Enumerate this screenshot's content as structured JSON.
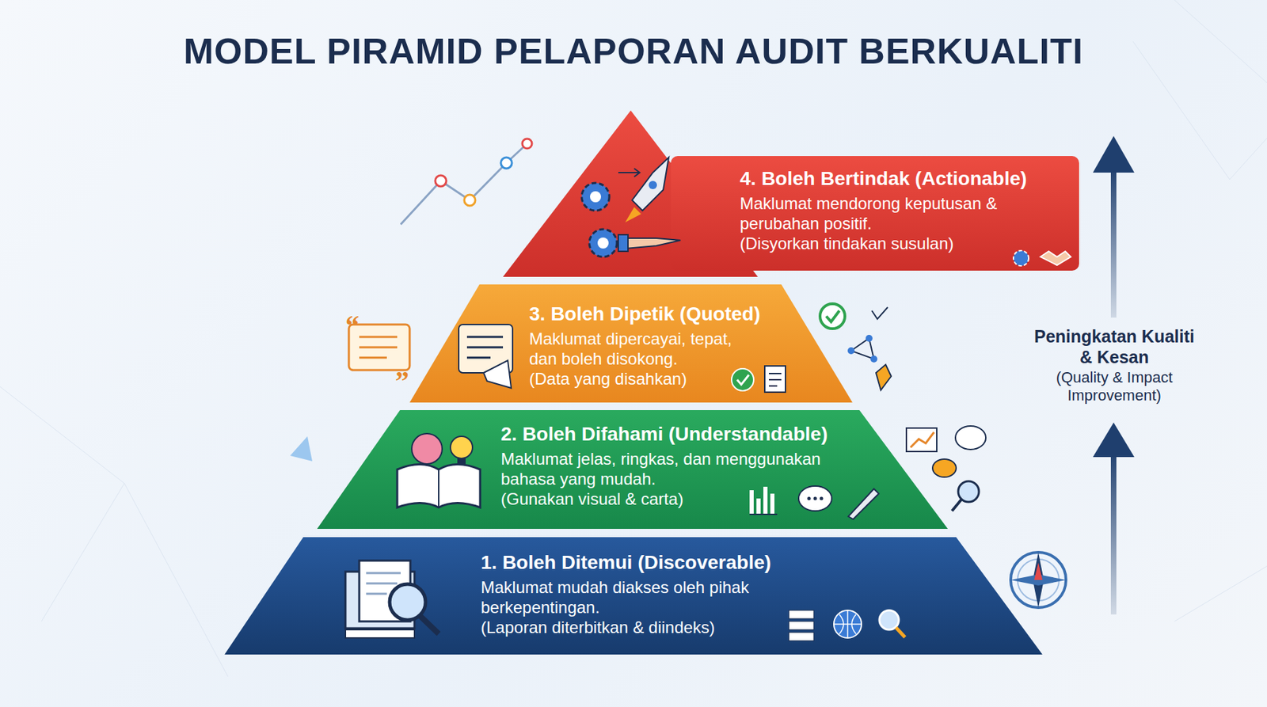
{
  "diagram": {
    "title": "MODEL PIRAMID PELAPORAN AUDIT BERKUALITI",
    "nodes": [
      {
        "text": [
          "1. Boleh Ditemui (Discoverable)",
          "Maklumat mudah diakses oleh pihak berkepentingan.",
          "(Laporan diterbitkan & diindeks)"
        ]
      },
      {
        "text": [
          "2. Boleh Difahami (Understandable)",
          "Maklumat jelas, ringkas, dan menggunakan bahasa yang mudah.",
          "(Gunakan visual & carta)"
        ]
      },
      {
        "text": [
          "3. Boleh Dipetik (Quoted)",
          "Maklumat dipercayai, tepat, dan boleh disokong.",
          "(Data yang disahkan)"
        ]
      },
      {
        "text": [
          "4. Boleh Bertindak (Actionable)",
          "Maklumat mendorong keputusan & perubahan positif.",
          "(Disyorkan tindakan susulan)"
        ]
      }
    ],
    "labels": [
      "Peningkatan Kualiti & Kesan",
      "(Quality & Impact Improvement)"
    ]
  }
}
